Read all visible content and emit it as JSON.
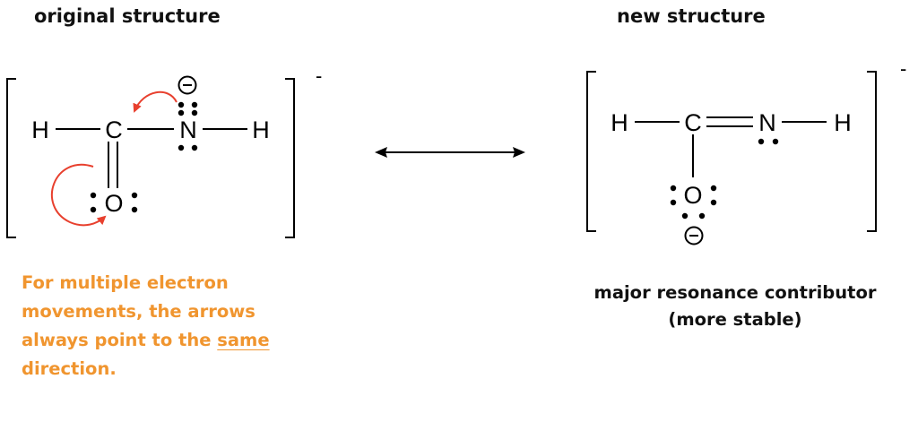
{
  "headings": {
    "left": "original structure",
    "right": "new structure"
  },
  "left_structure": {
    "atoms": {
      "h1": "H",
      "c": "C",
      "n": "N",
      "h2": "H",
      "o": "O"
    },
    "formal_charge": "-",
    "bracket_charge": "-"
  },
  "right_structure": {
    "atoms": {
      "h1": "H",
      "c": "C",
      "n": "N",
      "h2": "H",
      "o": "O"
    },
    "formal_charge": "-",
    "bracket_charge": "-"
  },
  "note": {
    "before": "For multiple electron movements, the arrows always point to the ",
    "underlined": "same",
    "after": " direction."
  },
  "caption": {
    "line1": "major resonance contributor",
    "line2": "(more stable)"
  },
  "colors": {
    "note_text": "#f0952f",
    "curved_arrow": "#e8402e",
    "structure": "#000000"
  }
}
